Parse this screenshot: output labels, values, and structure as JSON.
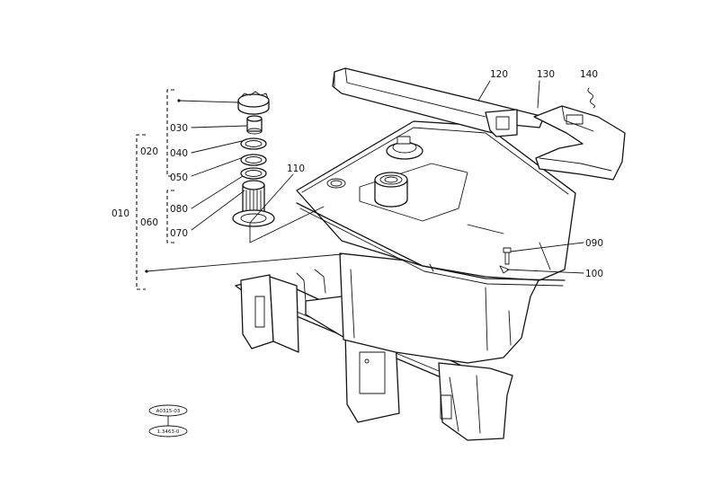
{
  "parts": {
    "p010": "010",
    "p020": "020",
    "p030": "030",
    "p040": "040",
    "p050": "050",
    "p060": "060",
    "p070": "070",
    "p080": "080",
    "p090": "090",
    "p100": "100",
    "p110": "110",
    "p120": "120",
    "p130": "130",
    "p140": "140"
  },
  "references": {
    "ref_top": "A0315-03",
    "ref_bottom": "1.3463-0"
  }
}
